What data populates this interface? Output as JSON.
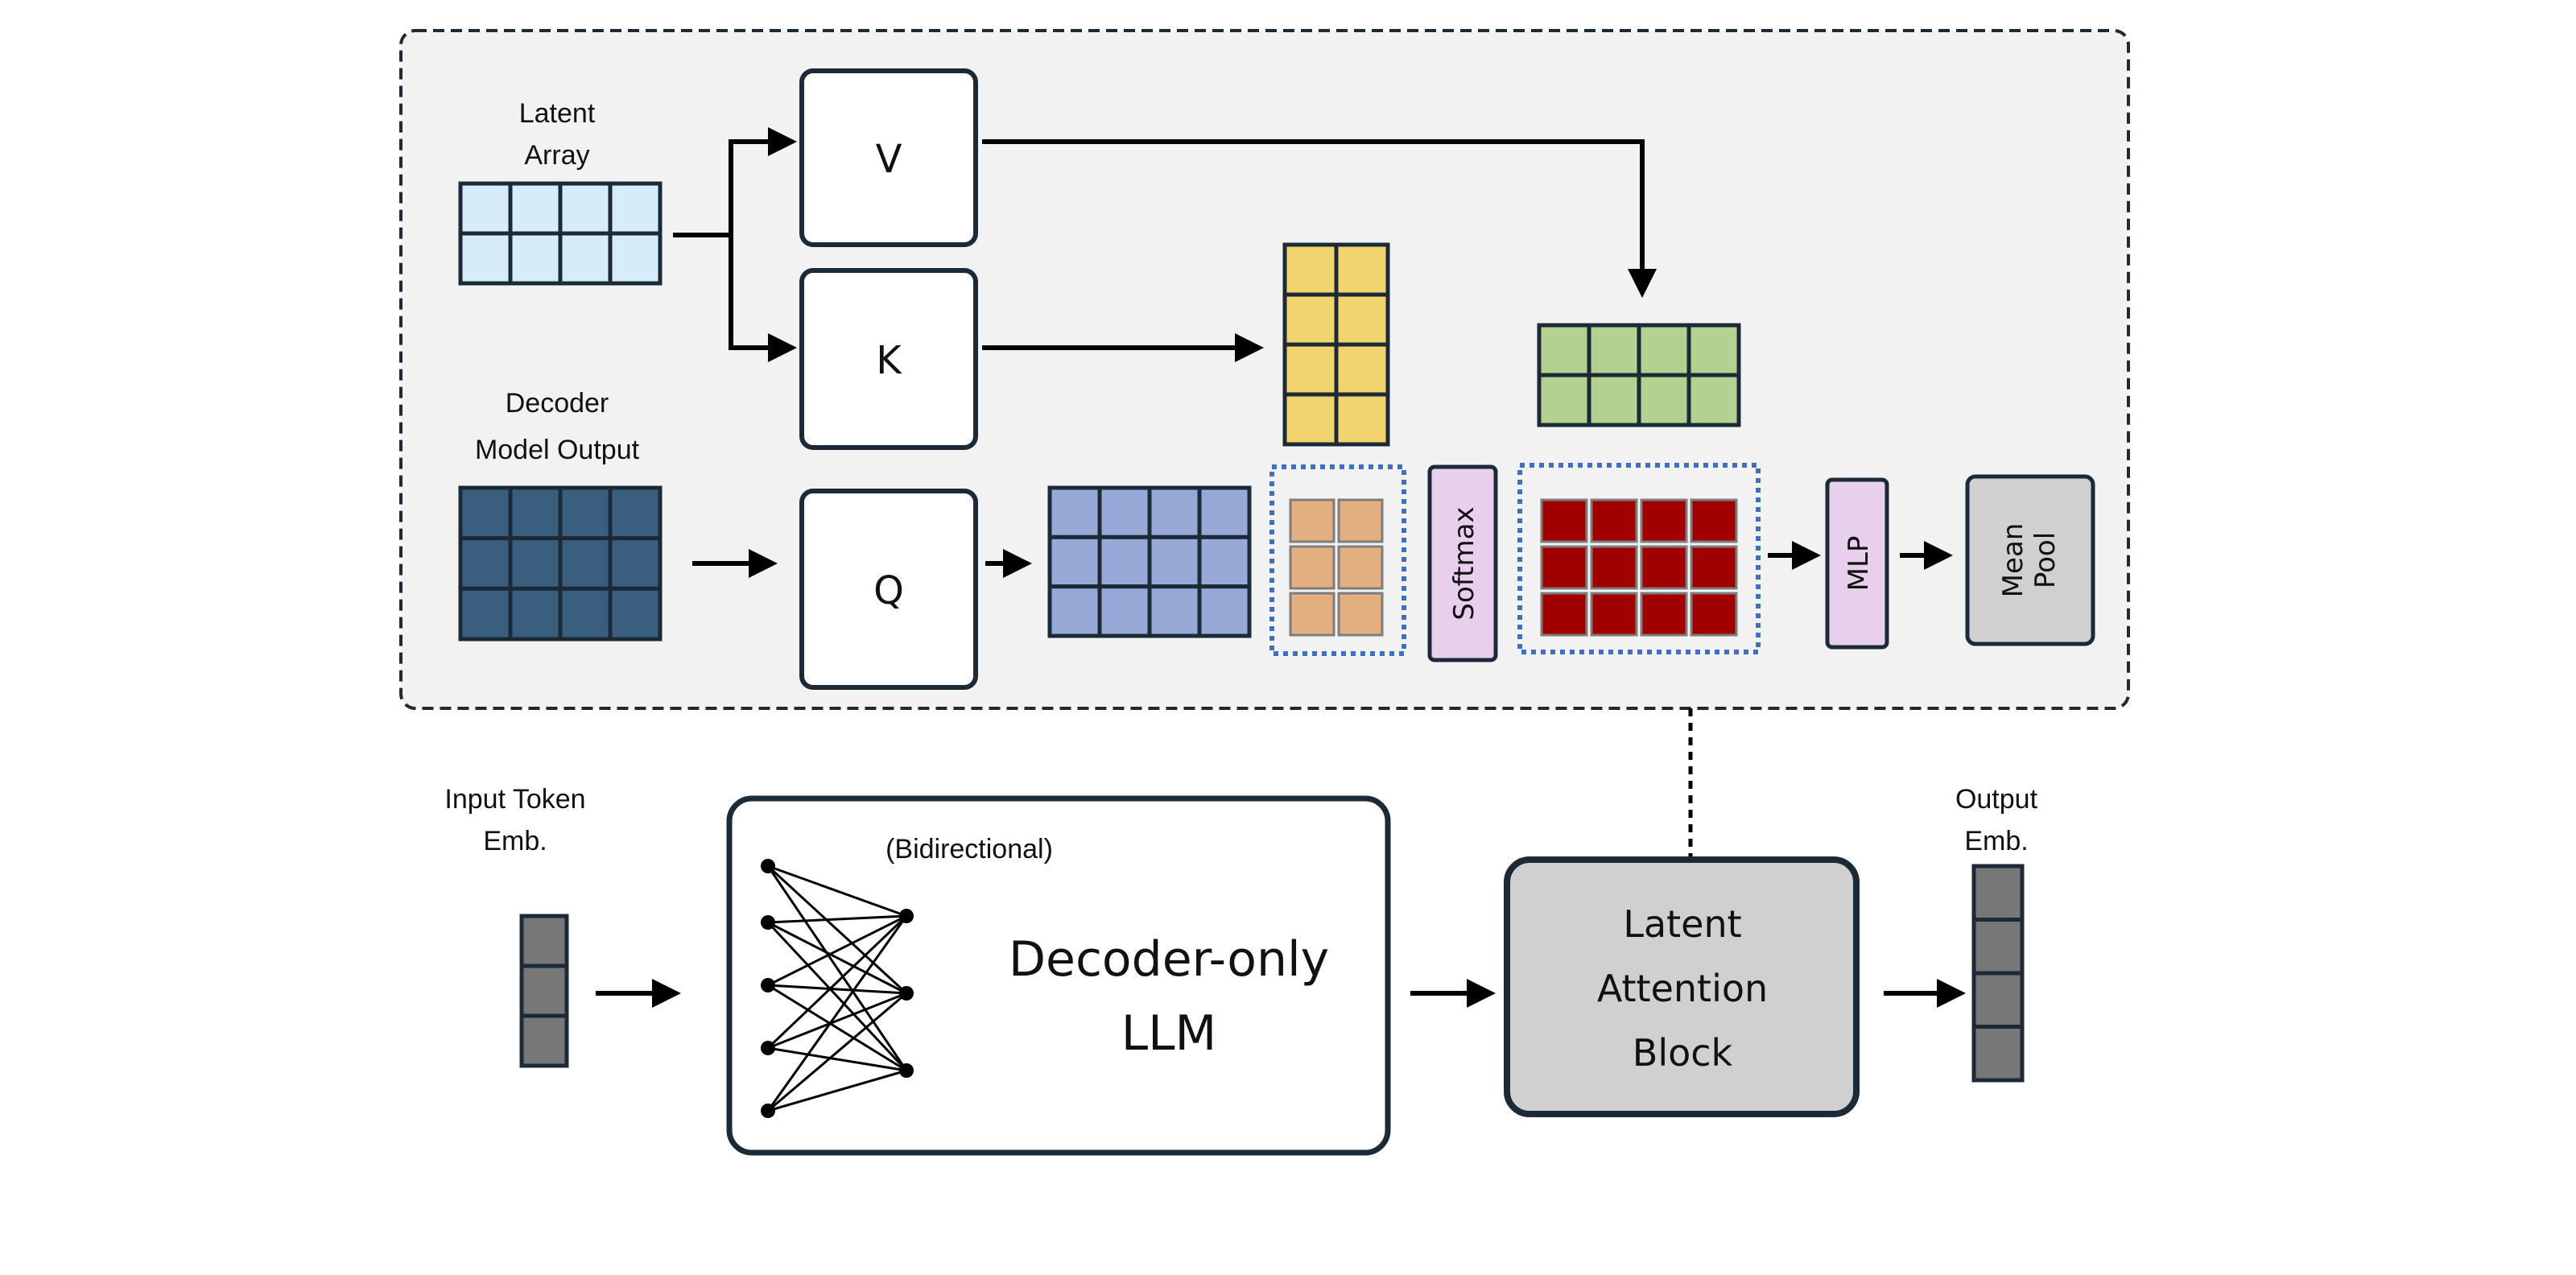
{
  "top_block": {
    "latent_array_label": [
      "Latent",
      "Array"
    ],
    "decoder_output_label": [
      "Decoder",
      "Model Output"
    ],
    "v_label": "V",
    "k_label": "K",
    "q_label": "Q",
    "softmax_label": "Softmax",
    "mlp_label": "MLP",
    "mean_pool_label": [
      "Mean",
      "Pool"
    ]
  },
  "bottom_row": {
    "input_label": [
      "Input Token",
      "Emb."
    ],
    "llm_note": "(Bidirectional)",
    "llm_label": [
      "Decoder-only",
      "LLM"
    ],
    "latent_block_label": [
      "Latent",
      "Attention",
      "Block"
    ],
    "output_label": [
      "Output",
      "Emb."
    ]
  },
  "colors": {
    "latent_array": "#d6ecf8",
    "decoder_output": "#3a5f7e",
    "query_proj": "#97a9d6",
    "key": "#f2d46e",
    "value": "#b5d18f",
    "scores": "#e3ae80",
    "attention": "#a00000",
    "softmax_mlp": "#e8d0ec",
    "mean_pool": "#d0d0d0",
    "embedding": "#777777",
    "outline": "#1c2a38",
    "dotted": "#3f6fbf"
  }
}
